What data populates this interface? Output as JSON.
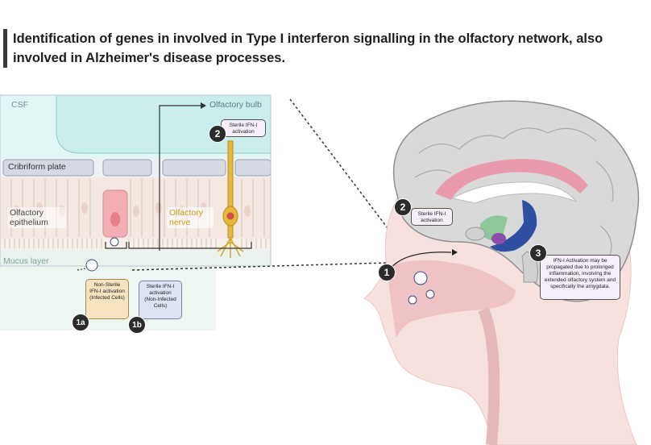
{
  "title": "Identification of genes in involved in Type I interferon signalling in the olfactory network, also involved in Alzheimer's disease processes.",
  "labels": {
    "csf": "CSF",
    "olfactory_bulb": "Olfactory bulb",
    "cribriform_plate": "Cribriform plate",
    "olfactory_epithelium": "Olfactory epithelium",
    "olfactory_nerve": "Olfactory nerve",
    "mucus_layer": "Mucus layer"
  },
  "callouts": {
    "sterile_bulb": "Sterile IFN-I activation",
    "sterile_brain": "Sterile IFN-I activation",
    "non_sterile": "Non-Sterile IFN-I activation (Infected Cells)",
    "sterile_non_infected": "Sterile IFN-I activation (Non-Infected Cells)",
    "propagation": "IFN-I Activation may be propagated due to prolonged inflammation, involving the extended olfactory system and specifically the amygdala."
  },
  "badges": {
    "one": "1",
    "one_a": "1a",
    "one_b": "1b",
    "two_bulb": "2",
    "two_brain": "2",
    "three": "3"
  },
  "colors": {
    "csf_fill": "#e3f6f6",
    "csf_pocket": "#c9eeec",
    "plate": "#d5d9e3",
    "epithelium": "#f0e3dc",
    "infected_cell": "#f2aeb4",
    "nerve": "#e5b93a",
    "mucus": "#e9f3ee",
    "brain": "#d9d9d9",
    "cingulate": "#e99aac",
    "amygdala_blue": "#2f4fa0",
    "hippocampus_purple": "#8a4ea8",
    "green_region": "#8dc79a",
    "head_skin": "#f6e1df",
    "nasal_cavity": "#efc2c5"
  }
}
